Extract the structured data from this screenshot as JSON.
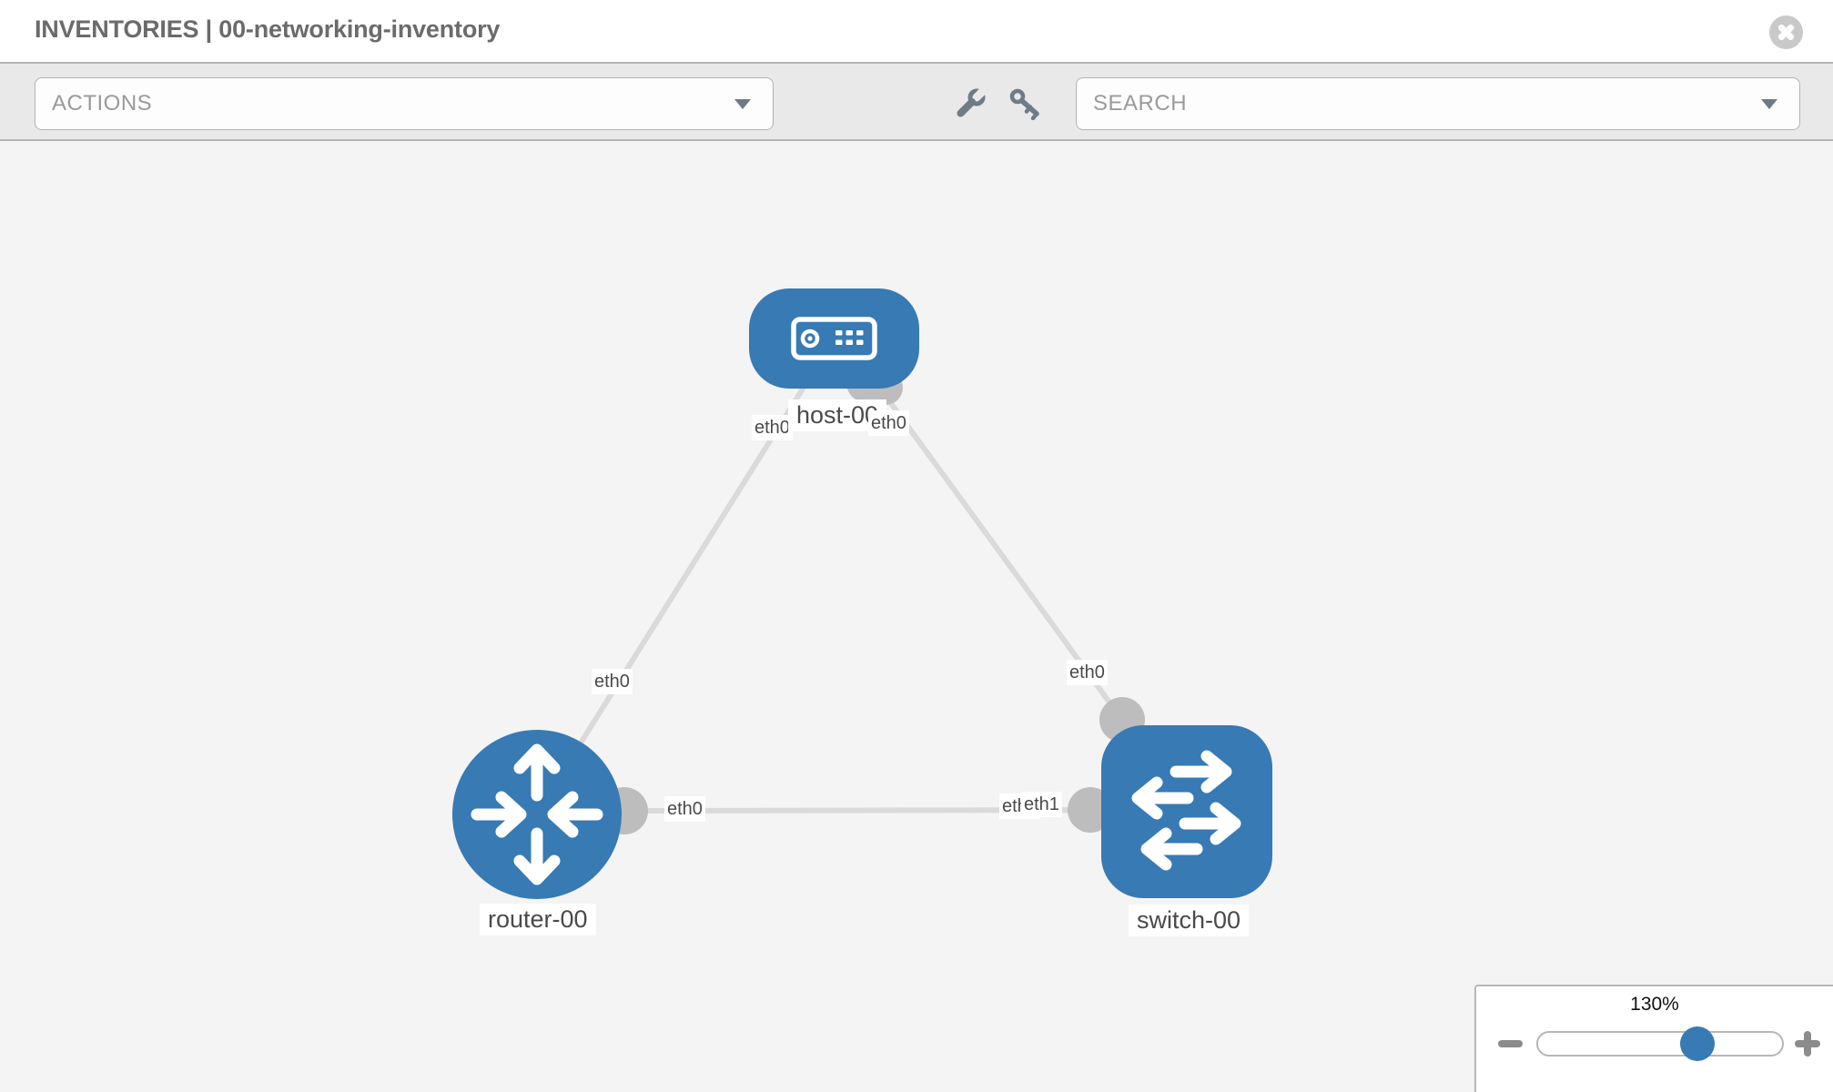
{
  "header": {
    "title": "INVENTORIES | 00-networking-inventory"
  },
  "toolbar": {
    "actions_dropdown": {
      "value": "ACTIONS"
    },
    "search_box": {
      "placeholder": "SEARCH"
    },
    "icon_names": [
      "wrench-icon",
      "key-icon"
    ]
  },
  "canvas": {
    "nodes": [
      {
        "name": "host-00",
        "type": "host"
      },
      {
        "name": "router-00",
        "type": "router"
      },
      {
        "name": "switch-00",
        "type": "switch"
      }
    ],
    "links": [
      {
        "from": "host-00",
        "from_interface": "eth0",
        "to": "router-00",
        "to_interface": "eth0"
      },
      {
        "from": "host-00",
        "from_interface": "eth0",
        "to": "switch-00",
        "to_interface": "eth0"
      },
      {
        "from": "router-00",
        "from_interface": "eth0",
        "to": "switch-00",
        "to_interface": "eth1"
      }
    ],
    "hidden_label_under_eth1": "eth0"
  },
  "zoom_control": {
    "level": "130%"
  },
  "colors": {
    "node_blue": "#377ab4",
    "link_gray": "#dadada",
    "port_gray": "#bdbdbd",
    "canvas_bg": "#f4f4f4",
    "toolbar_bg": "#e9e9e9"
  }
}
